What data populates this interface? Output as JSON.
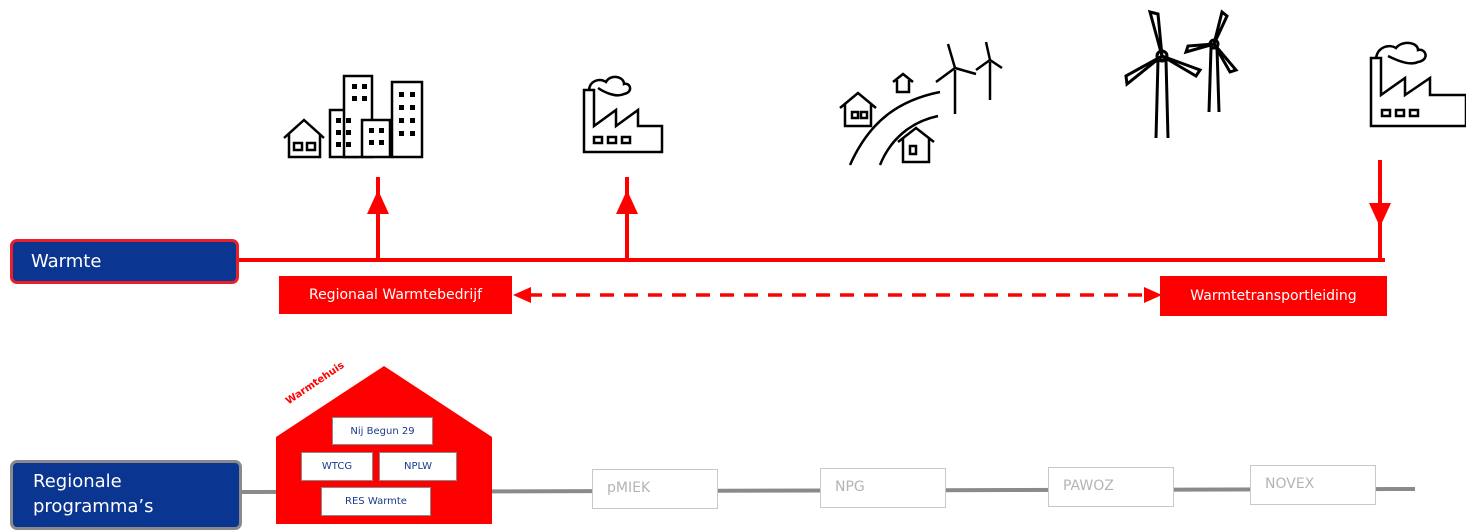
{
  "rows": {
    "warmte": {
      "label": "Warmte"
    },
    "regionale": {
      "label_line1": "Regionale",
      "label_line2": "programma’s"
    }
  },
  "heat_entities": {
    "left": "Regionaal Warmtebedrijf",
    "right": "Warmtetransportleiding"
  },
  "warmtehuis": {
    "title": "Warmtehuis",
    "items": [
      "Nij Begun 29",
      "WTCG",
      "NPLW",
      "RES Warmte"
    ]
  },
  "programmes": [
    "pMIEK",
    "NPG",
    "PAWOZ",
    "NOVEX"
  ],
  "icons": [
    "houses-buildings-icon",
    "factory-icon",
    "houses-windturbines-road-icon",
    "windturbines-icon",
    "factory-icon"
  ],
  "colors": {
    "accent": "#ff0000",
    "navy": "#0a3590",
    "grey": "#8a8a8a"
  }
}
